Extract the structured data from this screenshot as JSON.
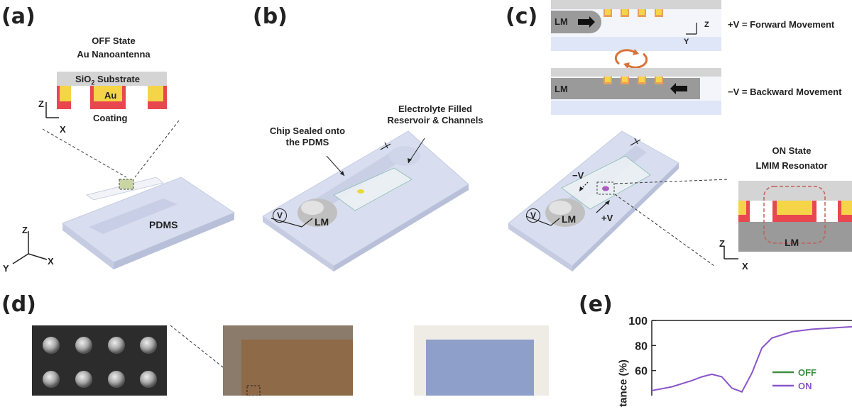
{
  "panels": {
    "a": "(a)",
    "b": "(b)",
    "c": "(c)",
    "d": "(d)",
    "e": "(e)"
  },
  "panel_a": {
    "title_line1": "OFF State",
    "title_line2": "Au Nanoantenna",
    "substrate": "SiO",
    "substrate_sub": "2",
    "substrate_rest": " Substrate",
    "au": "Au",
    "coating": "Coating",
    "axis_z": "Z",
    "axis_x": "X",
    "axis_y": "Y",
    "pdms": "PDMS"
  },
  "panel_b": {
    "chip_line1": "Chip Sealed onto",
    "chip_line2": "the PDMS",
    "electrolyte_line1": "Electrolyte Filled",
    "electrolyte_line2": "Reservoir & Channels",
    "v": "V",
    "lm": "LM"
  },
  "panel_c": {
    "lm": "LM",
    "forward": "+V = Forward Movement",
    "backward": "−V = Backward Movement",
    "axis_z": "Z",
    "axis_y": "Y",
    "on_line1": "ON State",
    "on_line2": "LMIM Resonator",
    "minus_v": "−V",
    "plus_v": "+V",
    "v": "V",
    "axis_x": "X"
  },
  "panel_e": {
    "ylabel_partial": "tance (%)",
    "yticks": [
      "100",
      "80",
      "60"
    ],
    "legend": [
      "OFF",
      "ON"
    ]
  },
  "colors": {
    "gold": "#f5d547",
    "coating_red": "#e8474f",
    "substrate_gray": "#d4d4d4",
    "lm_gray": "#9a9a9a",
    "pdms_blue": "#d8deef",
    "channel_blue": "#dfe6f7",
    "off_green": "#3e8e3e",
    "on_purple": "#8a55c9",
    "orange_arrow": "#d9733a"
  },
  "chart_data": {
    "type": "line",
    "ylabel": "tance (%)",
    "yticks": [
      100,
      80,
      60
    ],
    "ylim": [
      40,
      100
    ],
    "series": [
      {
        "name": "OFF",
        "color": "#3e8e3e",
        "values": []
      },
      {
        "name": "ON",
        "color": "#8a55c9",
        "x": [
          0,
          0.1,
          0.2,
          0.25,
          0.3,
          0.35,
          0.4,
          0.45,
          0.5,
          0.55,
          0.6,
          0.7,
          0.8,
          0.9,
          1.0
        ],
        "values": [
          44,
          47,
          52,
          55,
          57,
          55,
          46,
          43,
          58,
          78,
          86,
          91,
          93,
          94,
          95
        ]
      }
    ],
    "legend": "bottom-right"
  }
}
